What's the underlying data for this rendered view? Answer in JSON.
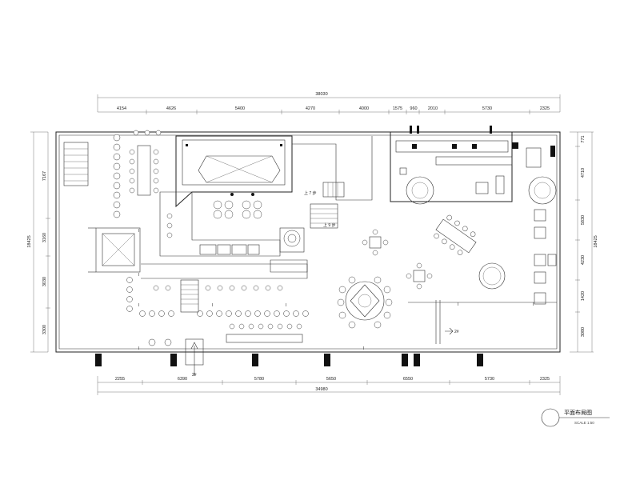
{
  "drawing": {
    "title": "平面布局图",
    "scale_label": "SCALE 1:50"
  },
  "dimensions": {
    "top_overall": "38030",
    "top_segments": [
      "4154",
      "4626",
      "5400",
      "4270",
      "4000",
      "1575",
      "960",
      "2010",
      "5730",
      "2325"
    ],
    "bottom_overall": "34980",
    "bottom_segments": [
      "2255",
      "6390",
      "5780",
      "5650",
      "6550",
      "5730",
      "2325"
    ],
    "left_overall": "18425",
    "left_segments": [
      "7167",
      "3160",
      "3030",
      "3300"
    ],
    "right_overall": "18425",
    "right_segments": [
      "771",
      "4710",
      "5830",
      "4230",
      "1420",
      "3080"
    ]
  },
  "annotations": {
    "stair_up_1": "上 7 步",
    "stair_up_2": "上 9 步",
    "entrance_mark": "2#",
    "entrance_mark_2": "2#"
  }
}
